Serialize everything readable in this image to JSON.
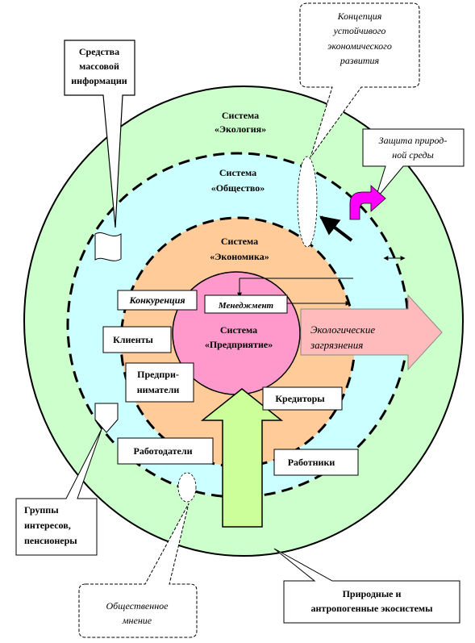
{
  "colors": {
    "ecology": "#ccffcc",
    "society": "#ccffff",
    "economy": "#ffcc99",
    "enterprise": "#ff99cc",
    "pollution_arrow": "#ffbbbb",
    "creditor_arrow": "#ccff99",
    "protect_arrow": "#ff00ff"
  },
  "labels": {
    "ecology_l1": "Система",
    "ecology_l2": "«Экология»",
    "society_l1": "Система",
    "society_l2": "«Общество»",
    "economy_l1": "Система",
    "economy_l2": "«Экономика»",
    "enterprise_l1": "Система",
    "enterprise_l2": "«Предприятие»",
    "media_l1": "Средства",
    "media_l2": "массовой",
    "media_l3": "информации",
    "concept_l1": "Концепция",
    "concept_l2": "устойчивого",
    "concept_l3": "экономического",
    "concept_l4": "развития",
    "protect_l1": "Защита природ-",
    "protect_l2": "ной среды",
    "competition": "Конкуренция",
    "management": "Менеджмент",
    "pollution_l1": "Экологические",
    "pollution_l2": "загрязнения",
    "clients": "Клиенты",
    "entrepreneurs_l1": "Предпри-",
    "entrepreneurs_l2": "ниматели",
    "creditors": "Кредиторы",
    "employers": "Работодатели",
    "workers": "Работники",
    "groups_l1": "Группы",
    "groups_l2": "интересов,",
    "groups_l3": "пенсионеры",
    "opinion_l1": "Общественное",
    "opinion_l2": "мнение",
    "ecosystems_l1": "Природные и",
    "ecosystems_l2": "антропогенные экосистемы"
  }
}
